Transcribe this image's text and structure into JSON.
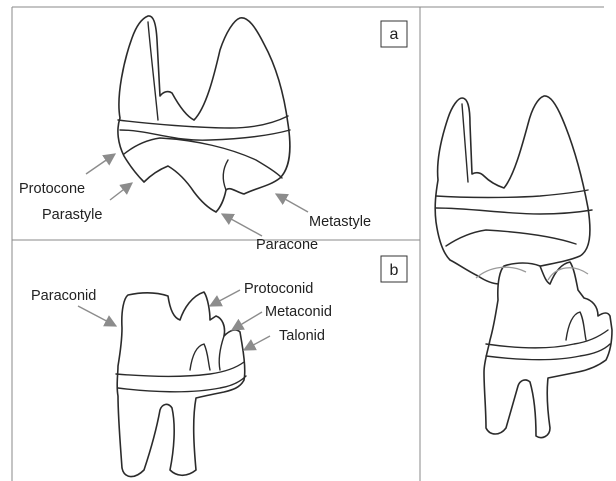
{
  "panels": {
    "a": {
      "badge": "a",
      "labels": {
        "protocone": "Protocone",
        "parastyle": "Parastyle",
        "metastyle": "Metastyle",
        "paracone": "Paracone"
      }
    },
    "b": {
      "badge": "b",
      "labels": {
        "paraconid": "Paraconid",
        "protoconid": "Protoconid",
        "metaconid": "Metaconid",
        "talonid": "Talonid"
      }
    }
  },
  "colors": {
    "frame": "#8a8a8a",
    "outline": "#2b2b2b",
    "arrow": "#8c8c8c",
    "contact": "#9a9a9a",
    "text": "#222222"
  }
}
